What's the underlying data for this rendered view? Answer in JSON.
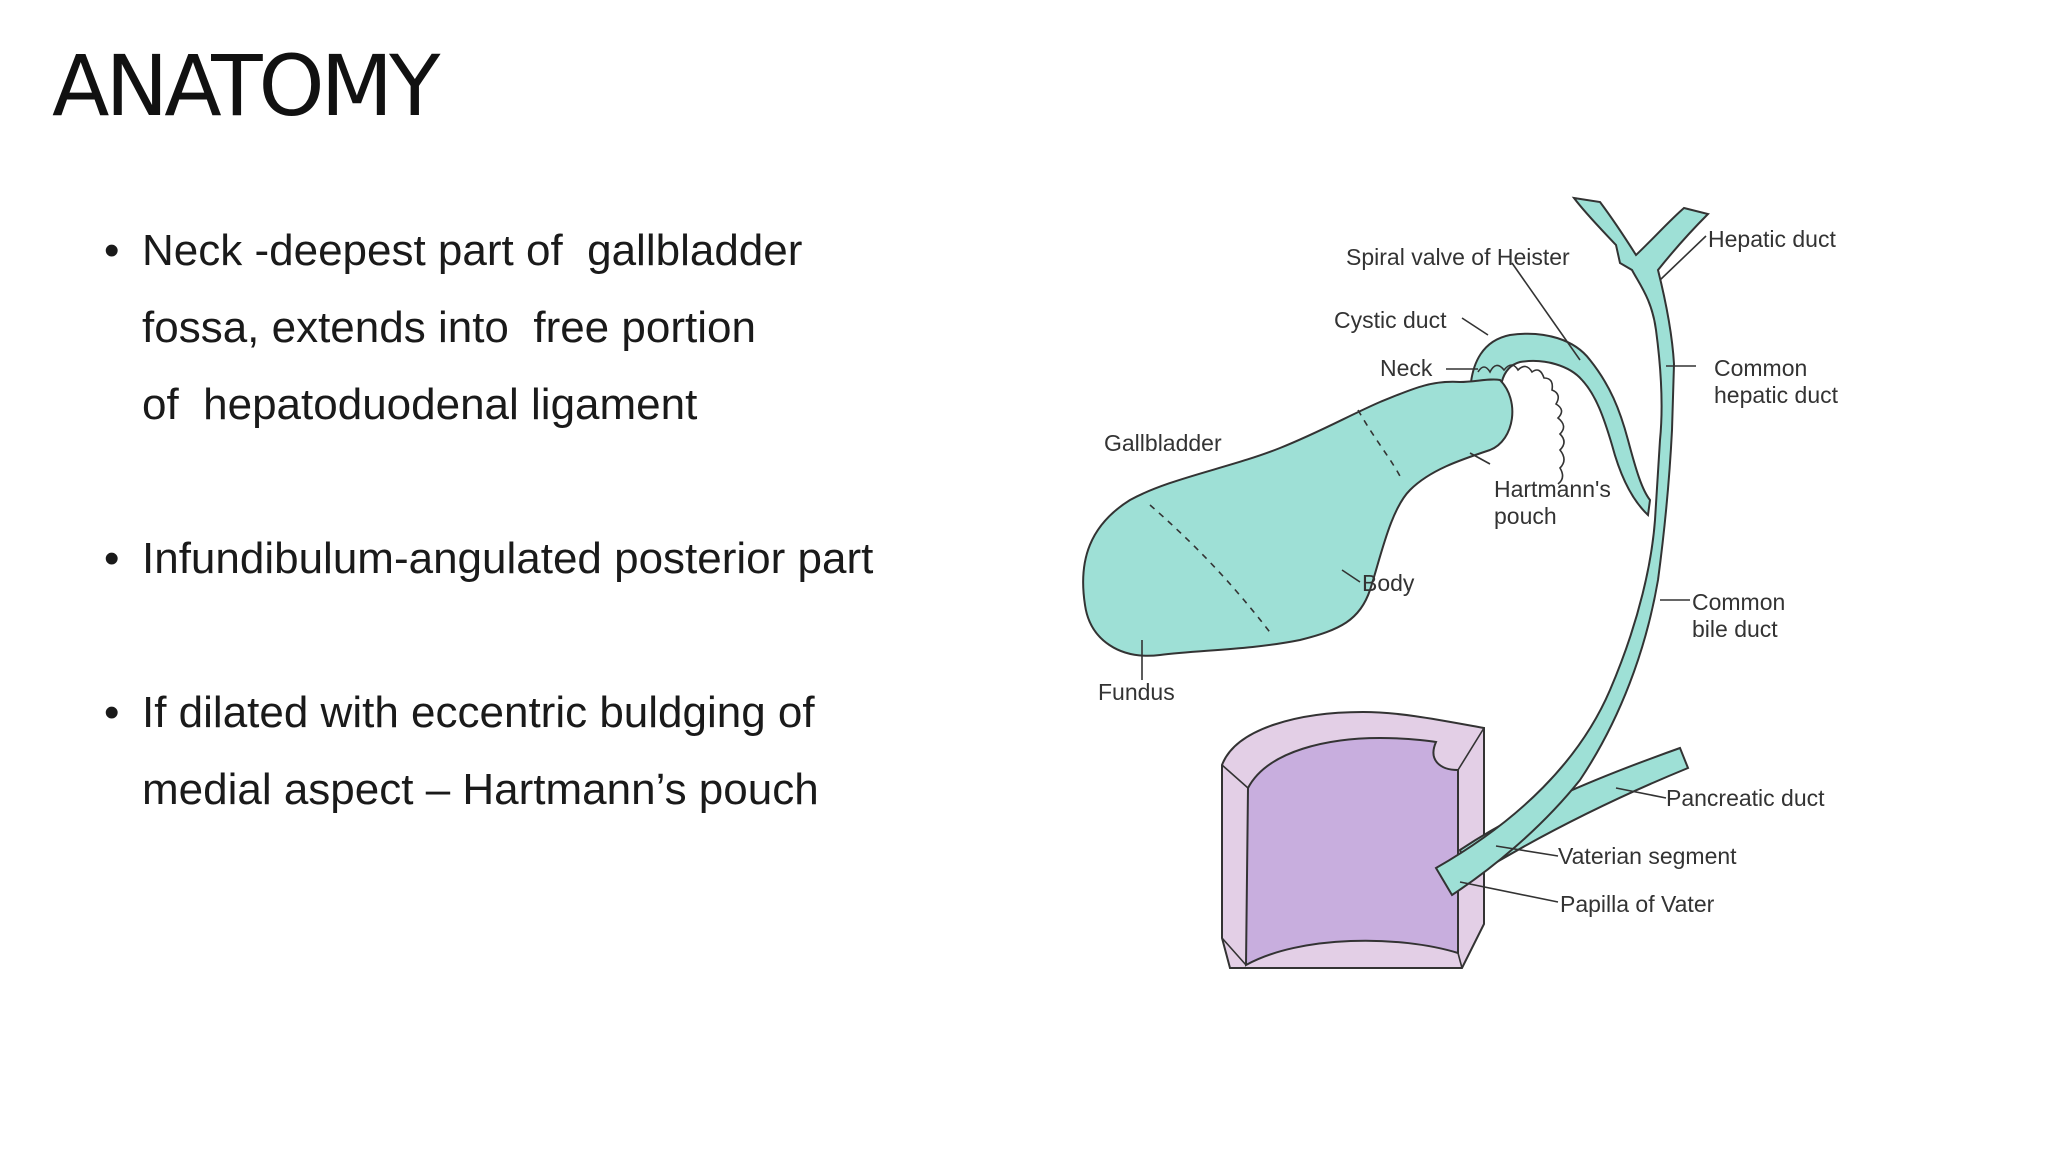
{
  "slide": {
    "title": "ANATOMY",
    "bullets": [
      {
        "lines": [
          "Neck -deepest part of  gallbladder",
          "fossa, extends into  free portion",
          "of  hepatoduodenal ligament"
        ]
      },
      {
        "lines": [
          "Infundibulum-angulated posterior part"
        ]
      },
      {
        "lines": [
          "If dilated with eccentric buldging of",
          "medial aspect – Hartmann’s pouch"
        ]
      }
    ],
    "bullet_glyph": "•"
  },
  "diagram": {
    "labels": {
      "hepatic_duct": "Hepatic duct",
      "spiral_valve": "Spiral valve of Heister",
      "cystic_duct": "Cystic duct",
      "neck": "Neck",
      "common_hepatic_1": "Common",
      "common_hepatic_2": "hepatic duct",
      "gallbladder": "Gallbladder",
      "hartmann_1": "Hartmann's",
      "hartmann_2": "pouch",
      "body": "Body",
      "common_bile_1": "Common",
      "common_bile_2": "bile duct",
      "fundus": "Fundus",
      "pancreatic_duct": "Pancreatic duct",
      "vaterian_segment": "Vaterian segment",
      "papilla": "Papilla of Vater"
    },
    "colors": {
      "duct_fill": "#9ee0d6",
      "duodenum_outer": "#e3cfe6",
      "duodenum_inner": "#c8aede",
      "outline": "#333333"
    }
  }
}
